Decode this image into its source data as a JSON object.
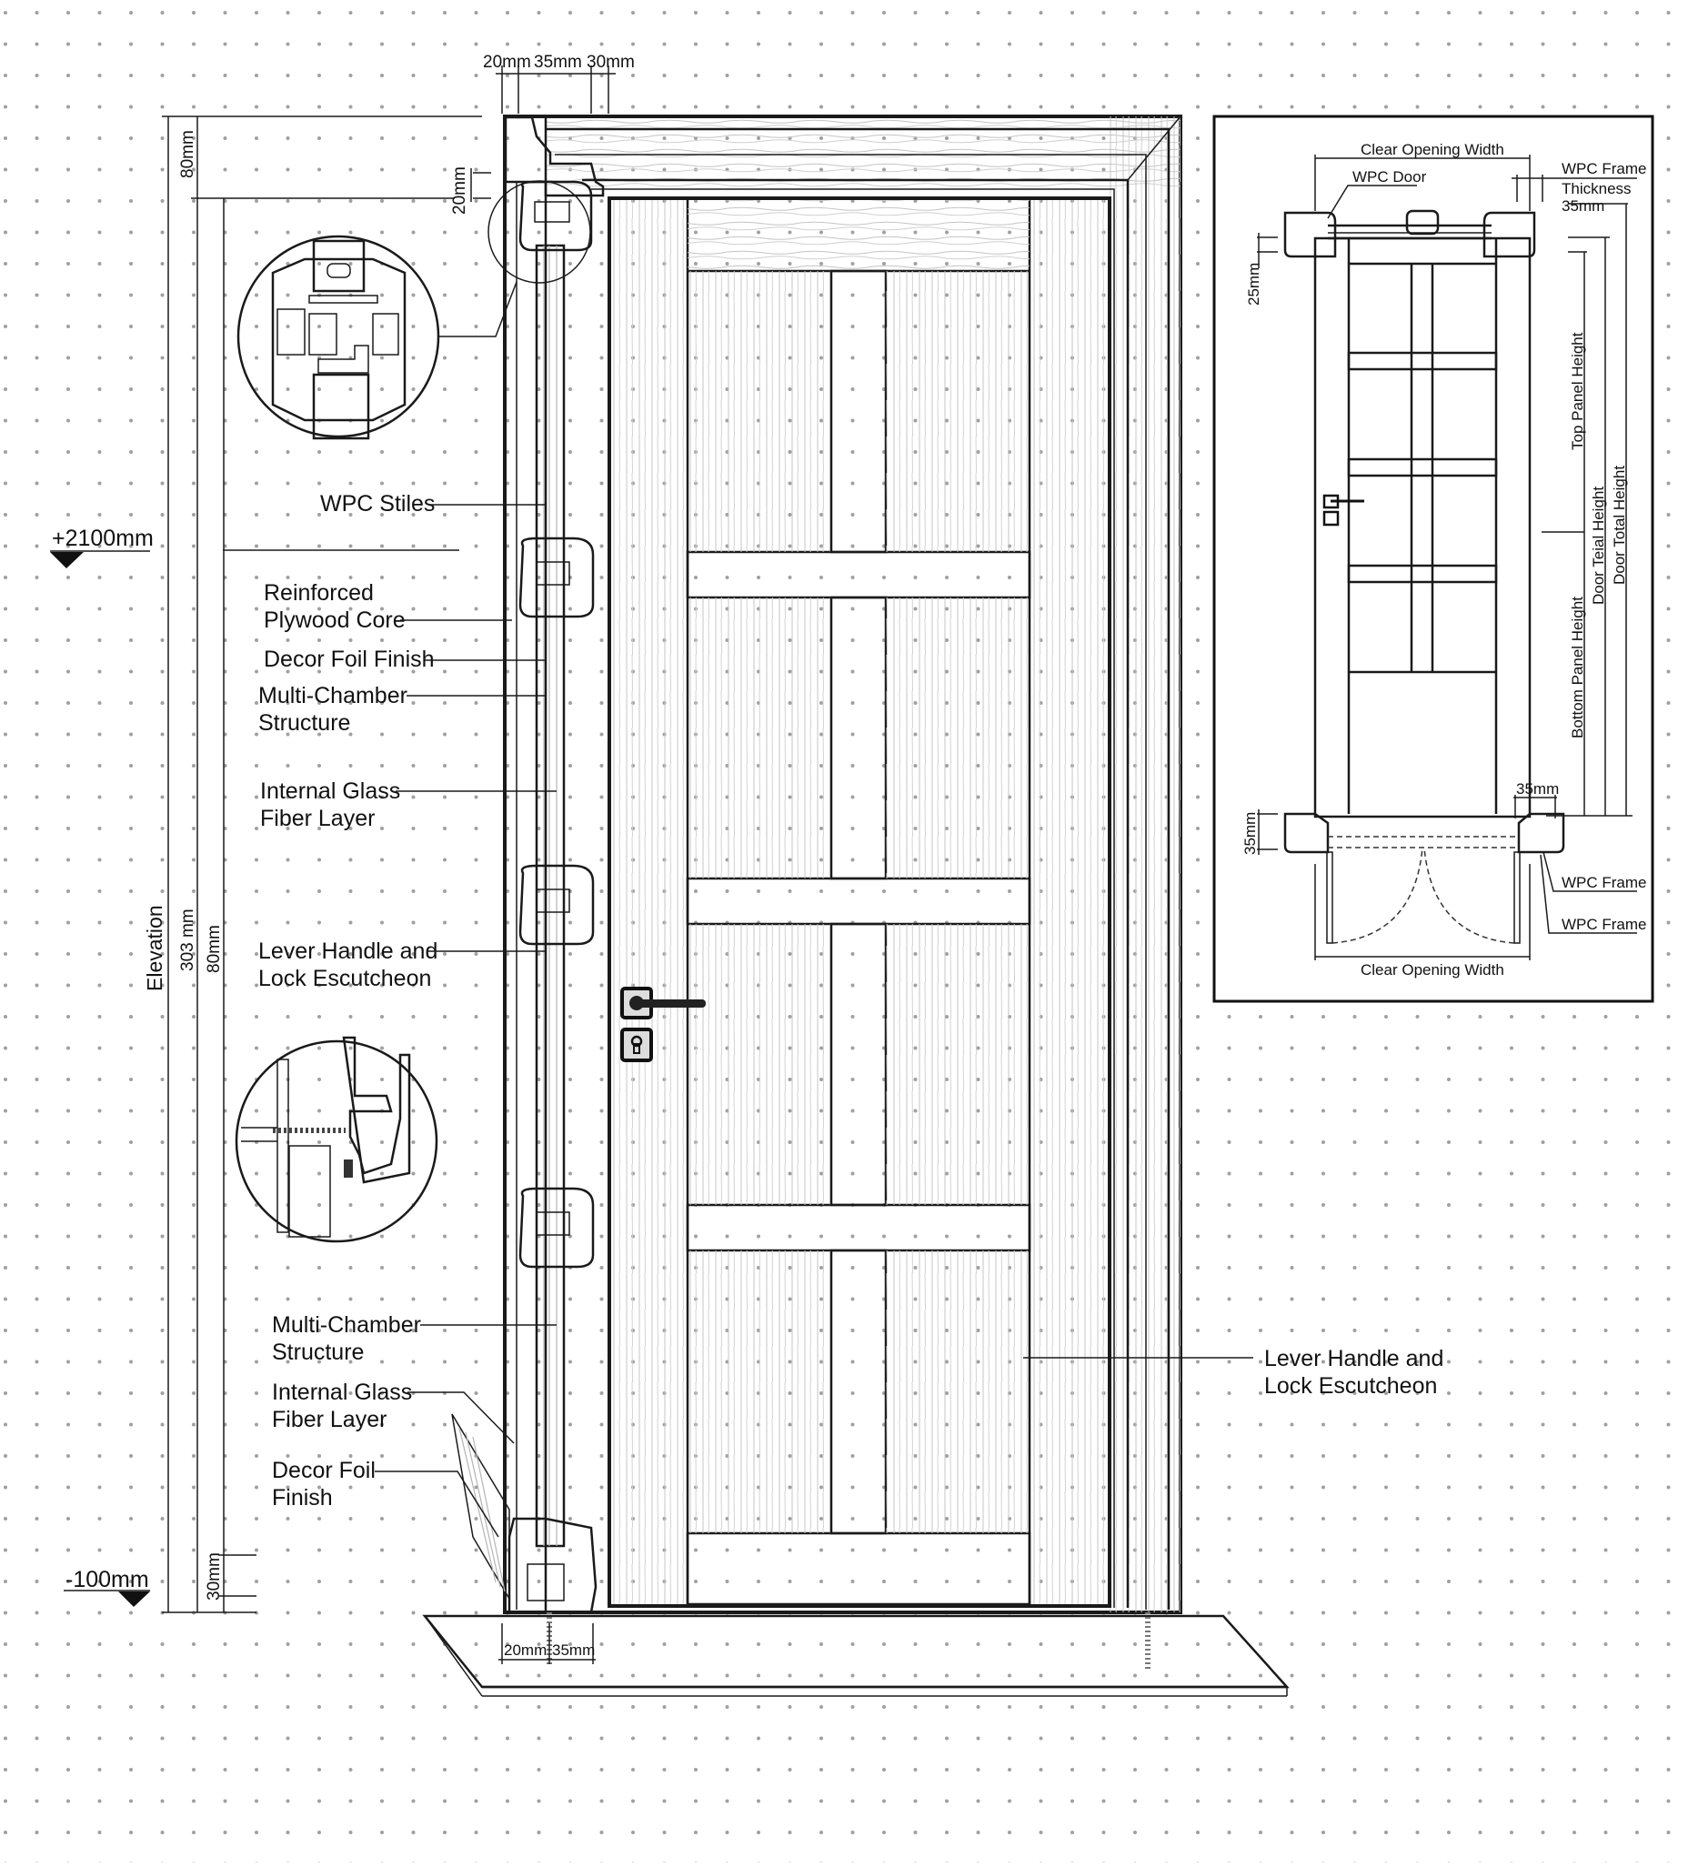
{
  "drawing": {
    "type": "technical-elevation",
    "subject": "WPC door and frame elevation with section details",
    "background_color": "#ffffff",
    "line_color": "#1a1a1a",
    "grid_dot_color": "#9a9a9a"
  },
  "top_dimensions": {
    "a": "20mm",
    "b": "35mm",
    "c": "30mm"
  },
  "left_dimensions": {
    "head_height": "80mm",
    "head_offset": "20mm",
    "elevation_label": "Elevation",
    "overall": "303 mm",
    "inner": "80mm",
    "bottom": "30mm"
  },
  "levels": {
    "top": "+2100mm",
    "bottom": "-100mm"
  },
  "bottom_dimensions": {
    "a": "20mm",
    "b": "35mm"
  },
  "callouts_left": [
    {
      "label": "WPC Stiles"
    },
    {
      "label_line1": "Reinforced",
      "label_line2": "Plywood Core"
    },
    {
      "label": "Decor Foil Finish"
    },
    {
      "label_line1": "Multi-Chamber",
      "label_line2": "Structure"
    },
    {
      "label_line1": "Internal Glass",
      "label_line2": "Fiber Layer"
    },
    {
      "label_line1": "Lever Handle and",
      "label_line2": "Lock Escutcheon"
    },
    {
      "label_line1": "Multi-Chamber",
      "label_line2": "Structure"
    },
    {
      "label_line1": "Internal Glass",
      "label_line2": "Fiber Layer"
    },
    {
      "label_line1": "Decor Foil",
      "label_line2": "Finish"
    }
  ],
  "callout_right": {
    "label_line1": "Lever Handle and",
    "label_line2": "Lock Escutcheon"
  },
  "inset": {
    "clear_opening_top": "Clear Opening Width",
    "wpc_door": "WPC Door",
    "wpc_frame_thickness_line1": "WPC Frame",
    "wpc_frame_thickness_line2": "Thickness",
    "wpc_frame_thickness_line3": "35mm",
    "dim_25": "25mm",
    "top_panel_height": "Top Panel Height",
    "door_teial_height": "Door Teial Height",
    "door_total_height": "Door Total Height",
    "bottom_panel_height": "Bottom Panel Height",
    "dim_35_right": "35mm",
    "dim_35_left": "35mm",
    "wpc_frame_1": "WPC Frame",
    "wpc_frame_2": "WPC Frame",
    "clear_opening_bottom": "Clear Opening Width"
  }
}
